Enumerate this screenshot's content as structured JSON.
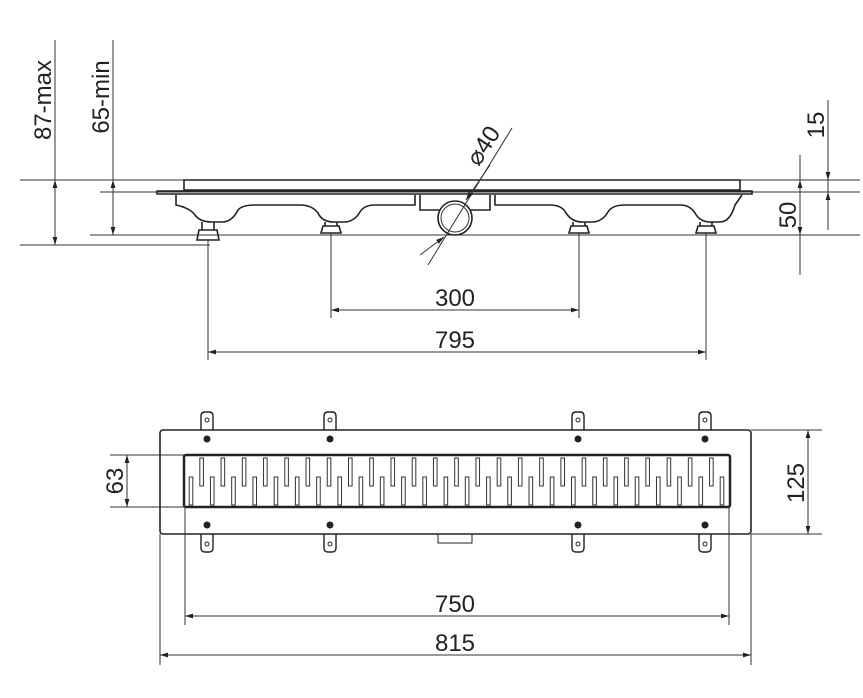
{
  "side_view": {
    "dim_height_max": "87-max",
    "dim_height_min": "65-min",
    "dim_grate_thickness": "15",
    "dim_body_height": "50",
    "dim_outlet_diameter": "⌀40",
    "dim_inner_feet": "300",
    "dim_outer_feet": "795"
  },
  "top_view": {
    "dim_grate_width": "63",
    "dim_total_width": "125",
    "dim_grate_length": "750",
    "dim_total_length": "815",
    "slot_count": 51
  },
  "colors": {
    "line": "#333333",
    "background": "#ffffff"
  }
}
